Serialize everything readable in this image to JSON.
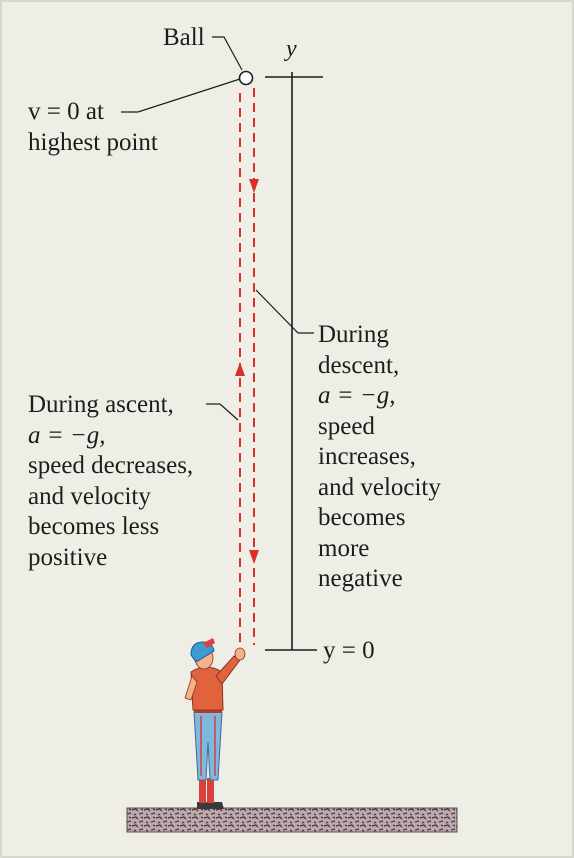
{
  "diagram": {
    "ball_label": "Ball",
    "axis_label_top": "y",
    "axis_label_bottom": "y = 0",
    "highest_point": {
      "line1": "v = 0 at",
      "line2": "highest point"
    },
    "ascent": {
      "title": "During ascent,",
      "accel": "a = −g,",
      "line3": "speed decreases,",
      "line4": "and velocity",
      "line5": "becomes less",
      "line6": "positive"
    },
    "descent": {
      "title": "During",
      "line2": "descent,",
      "accel": "a = −g,",
      "line4": "speed",
      "line5": "increases,",
      "line6": "and velocity",
      "line7": "becomes",
      "line8": "more",
      "line9": "negative"
    }
  },
  "colors": {
    "background": "#efeee6",
    "path": "#d9302a",
    "text": "#1d1d1b",
    "shirt": "#e0633e",
    "cap": "#3e9ad3",
    "pants": "#7fb8df",
    "ground": "#5a4a4a"
  }
}
